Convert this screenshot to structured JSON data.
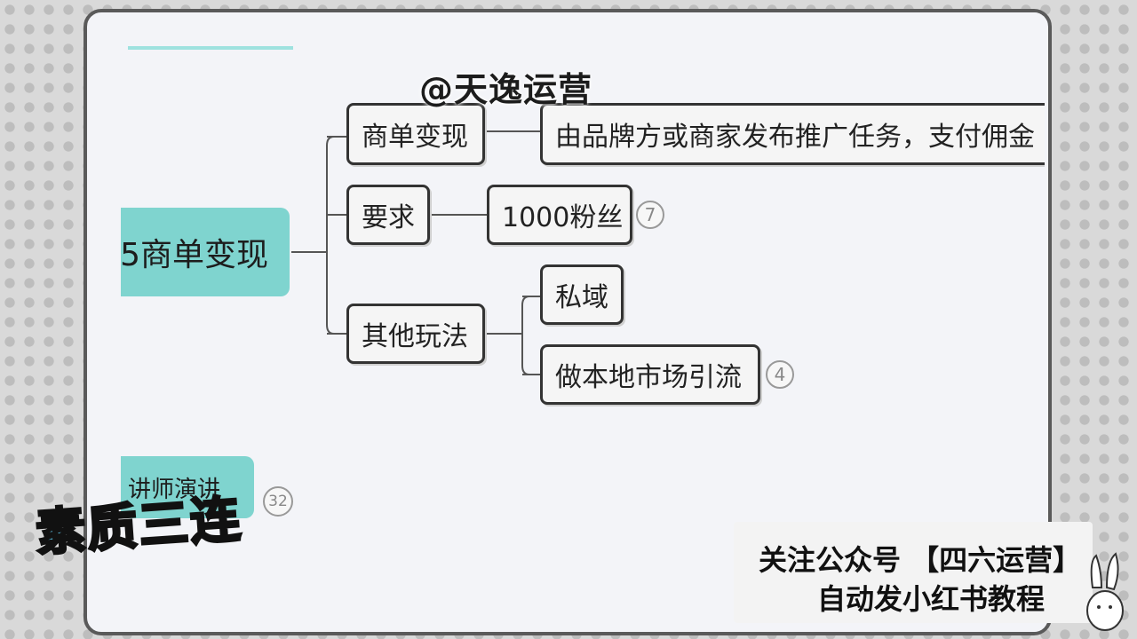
{
  "watermark": "@天逸运营",
  "mindmap": {
    "root_label": "5商单变现",
    "bottom_node_label": "讲师演讲",
    "bottom_node_badge": "32",
    "branches": [
      {
        "label": "商单变现",
        "child": "由品牌方或商家发布推广任务，支付佣金"
      },
      {
        "label": "要求",
        "child": "1000粉丝",
        "badge": "7"
      },
      {
        "label": "其他玩法",
        "children": [
          {
            "label": "私域"
          },
          {
            "label": "做本地市场引流",
            "badge": "4"
          }
        ]
      }
    ]
  },
  "overlay": {
    "sticker": "素质三连",
    "ad_line1": "关注公众号 【四六运营】",
    "ad_line2": "自动发小红书教程"
  },
  "colors": {
    "root_fill": "#7fd4cf",
    "background": "#f3f4f8",
    "sticker": "#5dc4e8"
  }
}
